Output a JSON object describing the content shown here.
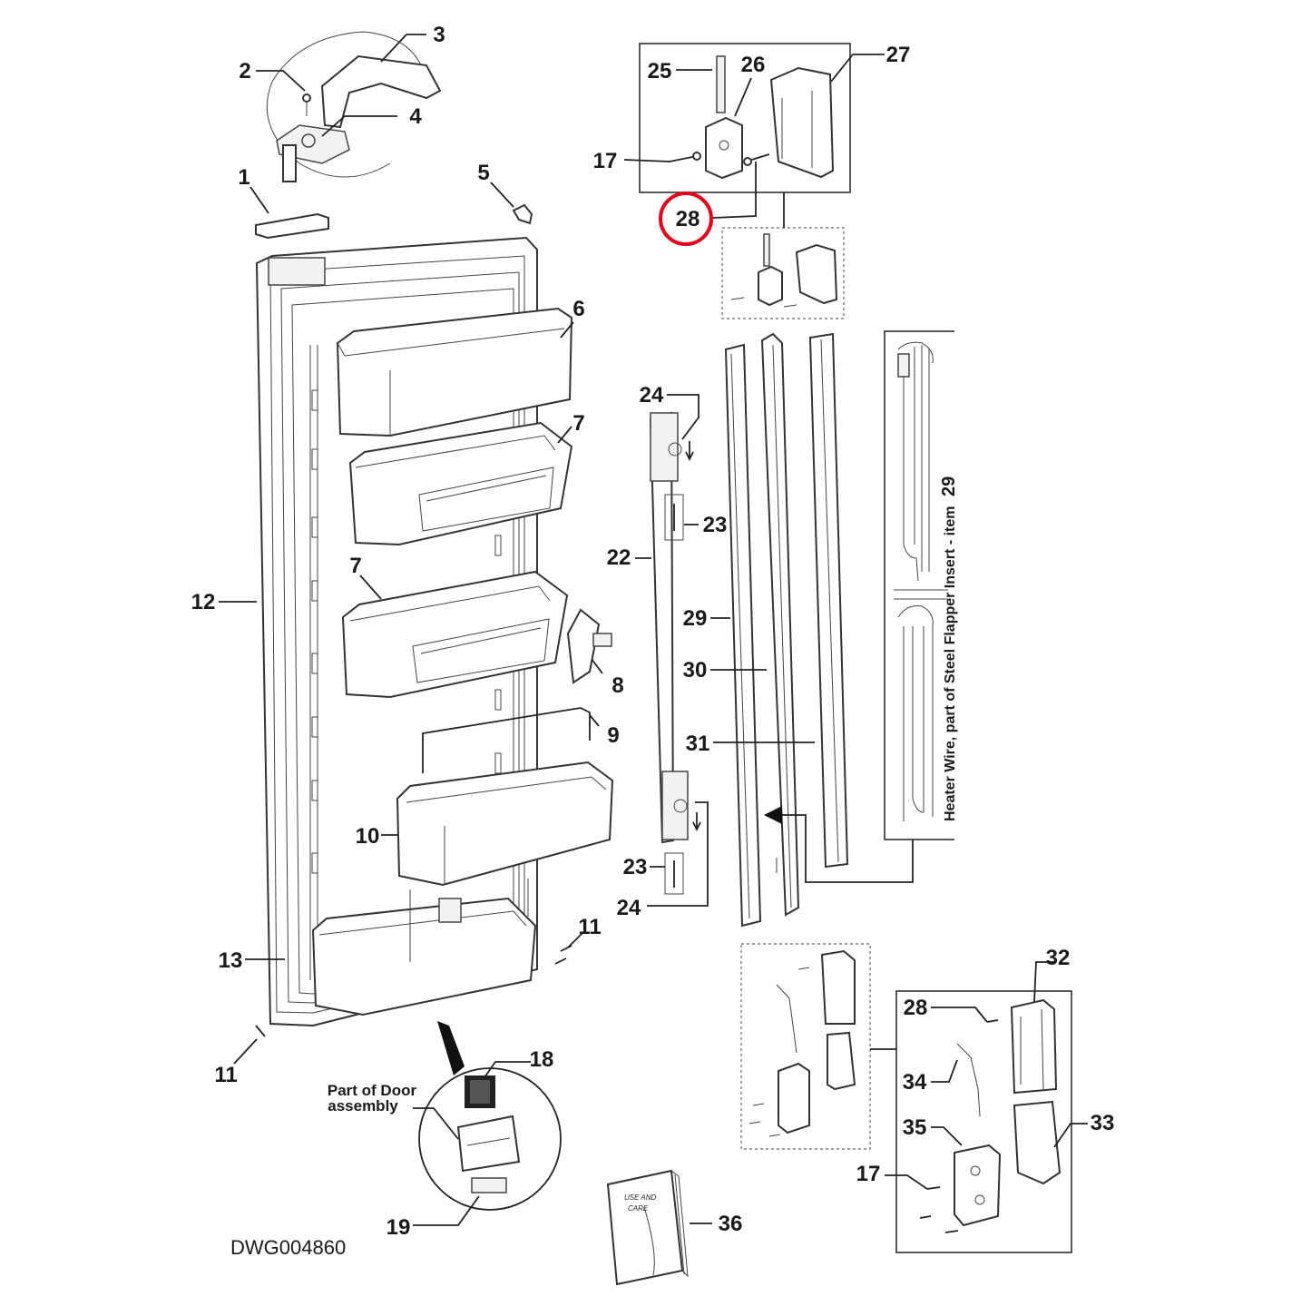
{
  "drawing_number": "DWG004860",
  "highlight": {
    "label": "28",
    "color": "#e3001b"
  },
  "callouts": [
    {
      "id": "c1",
      "text": "1"
    },
    {
      "id": "c2",
      "text": "2"
    },
    {
      "id": "c3",
      "text": "3"
    },
    {
      "id": "c4",
      "text": "4"
    },
    {
      "id": "c5",
      "text": "5"
    },
    {
      "id": "c6",
      "text": "6"
    },
    {
      "id": "c7a",
      "text": "7"
    },
    {
      "id": "c7b",
      "text": "7"
    },
    {
      "id": "c8",
      "text": "8"
    },
    {
      "id": "c9",
      "text": "9"
    },
    {
      "id": "c10",
      "text": "10"
    },
    {
      "id": "c11a",
      "text": "11"
    },
    {
      "id": "c11b",
      "text": "11"
    },
    {
      "id": "c12",
      "text": "12"
    },
    {
      "id": "c13",
      "text": "13"
    },
    {
      "id": "c17a",
      "text": "17"
    },
    {
      "id": "c17b",
      "text": "17"
    },
    {
      "id": "c18",
      "text": "18"
    },
    {
      "id": "c19",
      "text": "19"
    },
    {
      "id": "c22",
      "text": "22"
    },
    {
      "id": "c23a",
      "text": "23"
    },
    {
      "id": "c23b",
      "text": "23"
    },
    {
      "id": "c24a",
      "text": "24"
    },
    {
      "id": "c24b",
      "text": "24"
    },
    {
      "id": "c25",
      "text": "25"
    },
    {
      "id": "c26",
      "text": "26"
    },
    {
      "id": "c27",
      "text": "27"
    },
    {
      "id": "c28a",
      "text": "28"
    },
    {
      "id": "c28b",
      "text": "28"
    },
    {
      "id": "c29",
      "text": "29"
    },
    {
      "id": "c30",
      "text": "30"
    },
    {
      "id": "c31",
      "text": "31"
    },
    {
      "id": "c32",
      "text": "32"
    },
    {
      "id": "c33",
      "text": "33"
    },
    {
      "id": "c34",
      "text": "34"
    },
    {
      "id": "c35",
      "text": "35"
    },
    {
      "id": "c36",
      "text": "36"
    }
  ],
  "notes": {
    "door_assembly_line1": "Part of Door",
    "door_assembly_line2": "assembly",
    "heater_wire": "Heater Wire, part of Steel Flapper Insert - item",
    "heater_wire_item": "29",
    "manual_line1": "USE AND",
    "manual_line2": "CARE"
  },
  "icons": [
    "door-frame-icon",
    "door-bin-icon",
    "hinge-icon",
    "screw-icon",
    "manual-icon",
    "heater-wire-icon",
    "flapper-icon"
  ]
}
